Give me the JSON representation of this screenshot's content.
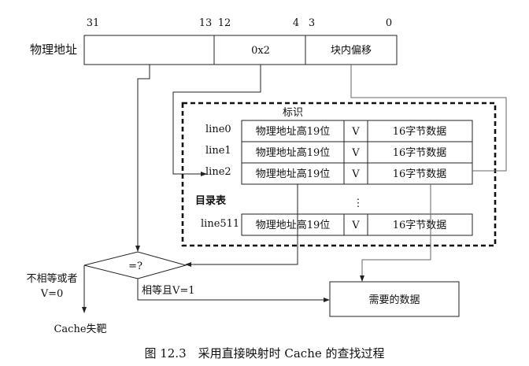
{
  "address": {
    "label": "物理地址",
    "bit_labels": [
      "31",
      "13",
      "12",
      "4",
      "3",
      "0"
    ],
    "fields": [
      "",
      "0x2",
      "块内偏移"
    ]
  },
  "tag_header": "标识",
  "directory_label": "目录表",
  "lines": [
    {
      "name": "line0",
      "tag": "物理地址高19位",
      "valid": "V",
      "data": "16字节数据"
    },
    {
      "name": "line1",
      "tag": "物理地址高19位",
      "valid": "V",
      "data": "16字节数据"
    },
    {
      "name": "line2",
      "tag": "物理地址高19位",
      "valid": "V",
      "data": "16字节数据"
    },
    {
      "name": "line511",
      "tag": "物理地址高19位",
      "valid": "V",
      "data": "16字节数据"
    }
  ],
  "ellipsis": "⋮",
  "compare": {
    "label": "=?",
    "miss_label_line1": "不相等或者",
    "miss_label_line2": "V=0",
    "hit_label": "相等且V=1",
    "miss_result": "Cache失靶"
  },
  "output_box": "需要的数据",
  "caption": "图 12.3　采用直接映射时 Cache 的查找过程"
}
